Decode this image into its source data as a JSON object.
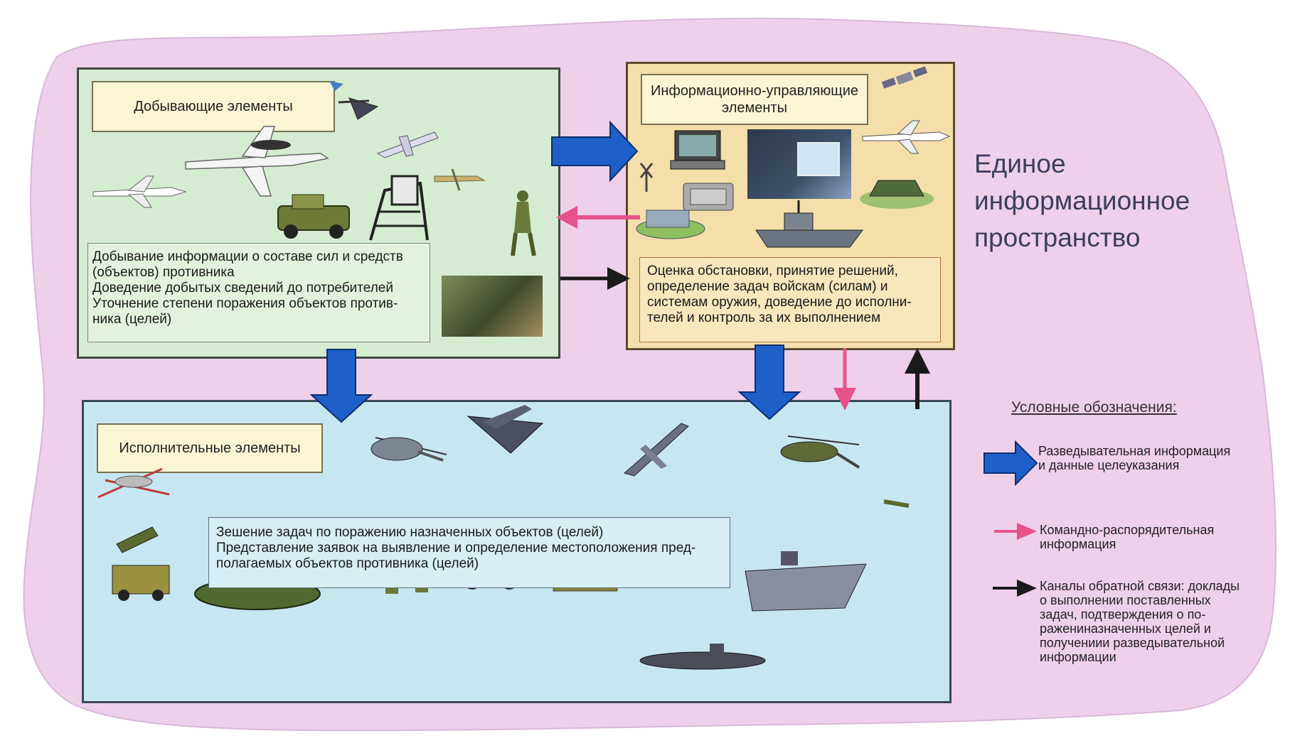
{
  "main_title": [
    "Единое",
    "информационное",
    "пространство"
  ],
  "gather": {
    "title": "Добывающие элементы",
    "desc": [
      "Добывание информации о составе сил и средств",
      "(объектов) противника",
      "Доведение добытых сведений до потребителей",
      "Уточнение степени поражения объектов против-",
      "ника (целей)"
    ]
  },
  "control": {
    "title": [
      "Информационно-управляющие",
      "элементы"
    ],
    "desc": [
      "Оценка обстановки, принятие решений,",
      "определение задач войскам (силам) и",
      "системам оружия, доведение до исполни-",
      "телей и контроль за их выполнением"
    ]
  },
  "exec": {
    "title": "Исполнительные элементы",
    "desc": [
      "Зешение задач по поражению назначенных объектов (целей)",
      "Представление заявок на выявление и определение местоположения пред-",
      "полагаемых объектов противника (целей)"
    ]
  },
  "legend": {
    "title": "Условные обозначения:",
    "items": [
      {
        "arrow": "blue",
        "text": [
          "Разведывательная информация",
          "и данные целеуказания"
        ]
      },
      {
        "arrow": "pink",
        "text": [
          "Командно-распорядительная",
          "информация"
        ]
      },
      {
        "arrow": "black",
        "text": [
          "Каналы обратной связи: доклады",
          "о выполнении поставленных",
          "задач, подтверждения о по-",
          "ражениназначенных целей и",
          "получениии разведывательной",
          "информации"
        ]
      }
    ]
  },
  "colors": {
    "intel_arrow": "#1f5fc8",
    "command_arrow": "#e8528a",
    "feedback_arrow": "#1a1a1a",
    "background_blob": "#eed0ea"
  },
  "icons": [
    "aircraft-icon",
    "helicopter-icon",
    "tank-icon",
    "ship-icon",
    "submarine-icon",
    "soldier-icon",
    "satellite-icon",
    "radar-icon",
    "computer-icon"
  ]
}
